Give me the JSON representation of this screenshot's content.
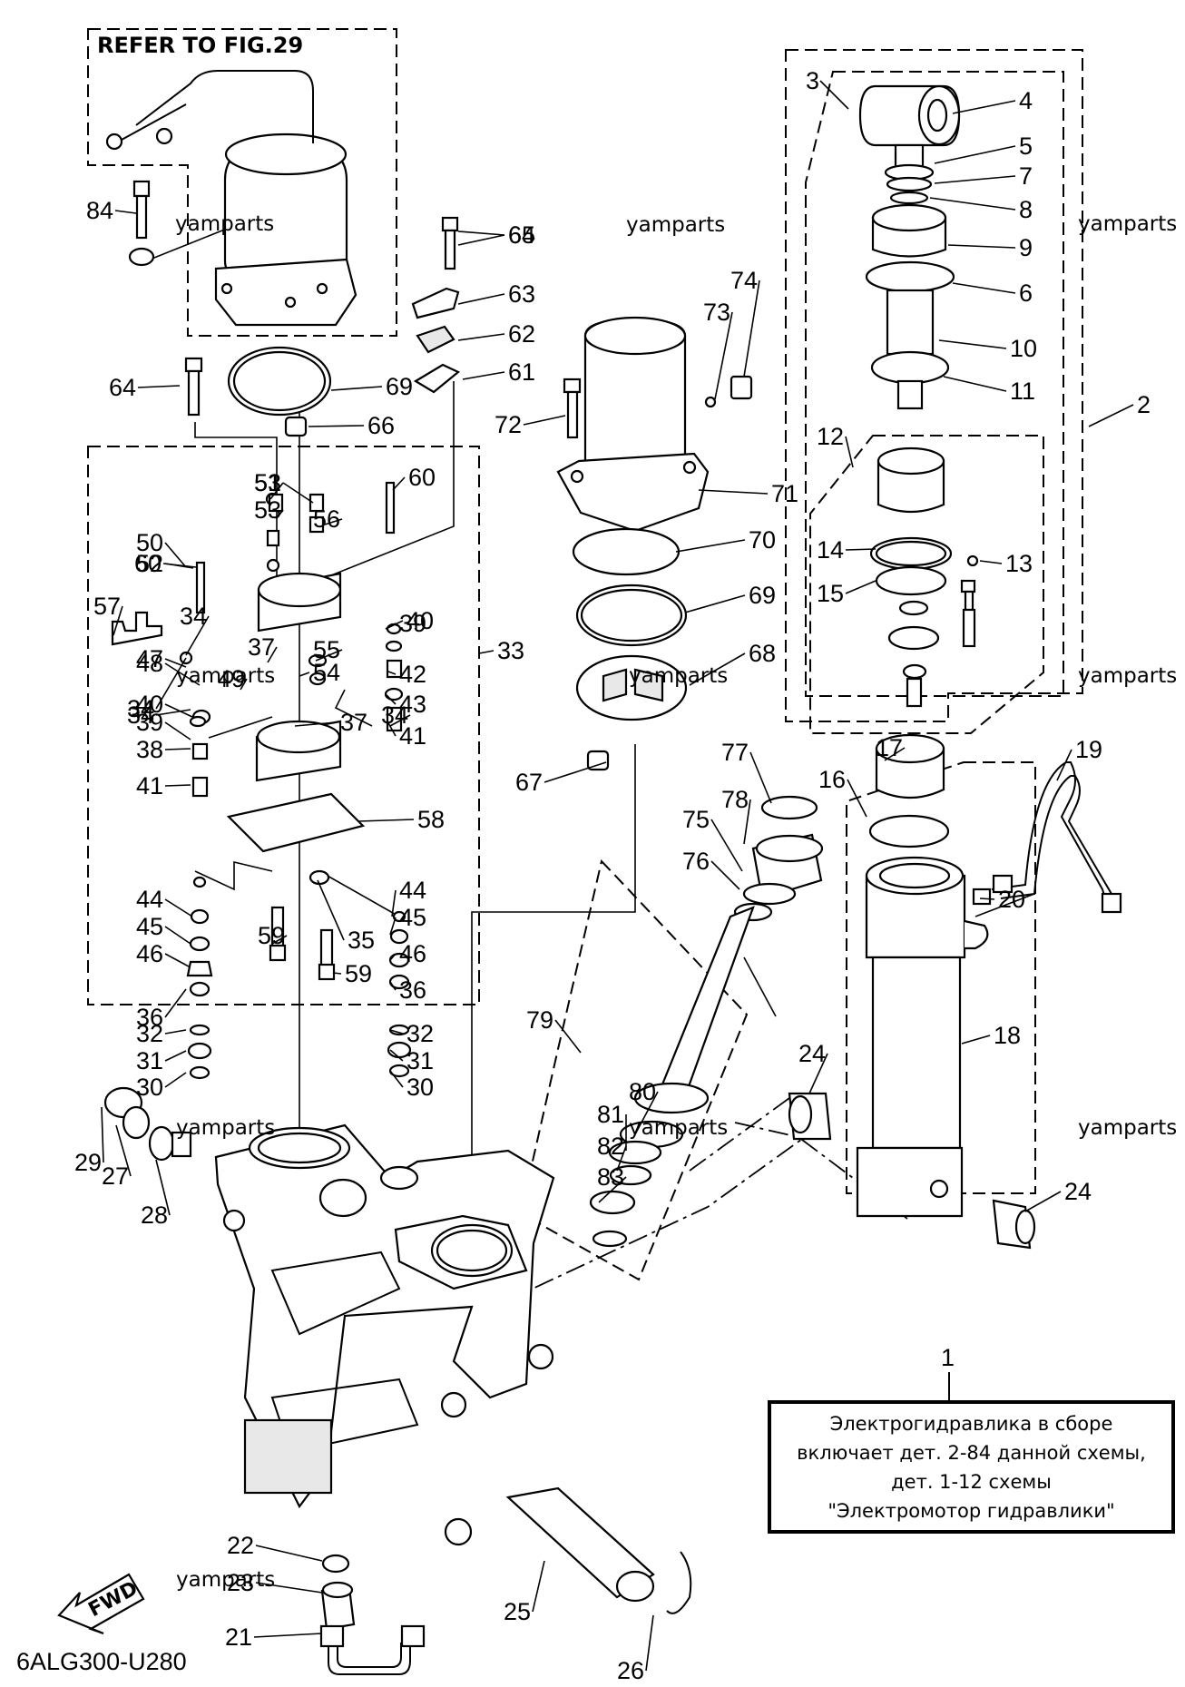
{
  "diagram": {
    "reference_note": "REFER TO FIG.29",
    "figure_code": "6ALG300-U280",
    "direction_marker": "FWD",
    "watermark": "yamparts",
    "assembly_note": {
      "part_number": "1",
      "lines": [
        "Электрогидравлика в сборе",
        "включает дет. 2-84 данной схемы,",
        "дет. 1-12 схемы",
        "\"Электромотор гидравлики\""
      ]
    },
    "callouts": [
      "2",
      "3",
      "4",
      "5",
      "6",
      "7",
      "8",
      "9",
      "10",
      "11",
      "12",
      "13",
      "14",
      "15",
      "16",
      "17",
      "18",
      "19",
      "20",
      "21",
      "22",
      "23",
      "24",
      "24",
      "25",
      "26",
      "27",
      "28",
      "29",
      "30",
      "30",
      "31",
      "31",
      "32",
      "32",
      "33",
      "34",
      "34",
      "34",
      "34",
      "35",
      "36",
      "36",
      "37",
      "37",
      "38",
      "39",
      "39",
      "40",
      "40",
      "41",
      "41",
      "42",
      "43",
      "44",
      "44",
      "45",
      "45",
      "46",
      "46",
      "47",
      "48",
      "49",
      "50",
      "51",
      "52",
      "53",
      "53",
      "54",
      "55",
      "56",
      "57",
      "58",
      "59",
      "59",
      "60",
      "60",
      "61",
      "62",
      "63",
      "64",
      "64",
      "65",
      "66",
      "67",
      "68",
      "69",
      "69",
      "70",
      "71",
      "72",
      "73",
      "74",
      "75",
      "76",
      "77",
      "78",
      "79",
      "80",
      "81",
      "82",
      "83",
      "84"
    ]
  }
}
